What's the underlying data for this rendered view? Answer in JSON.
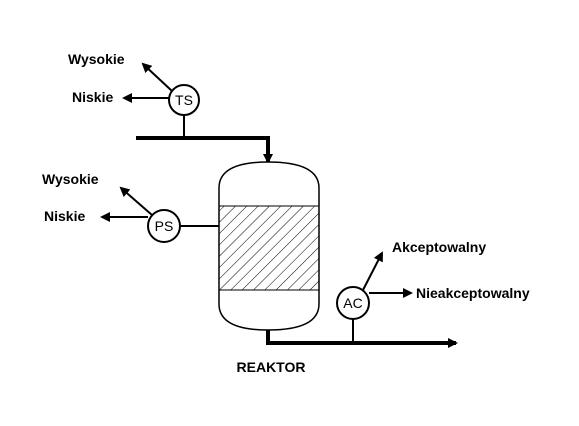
{
  "diagram": {
    "reactor_label": "REAKTOR",
    "instruments": {
      "ts": {
        "tag": "TS",
        "high_label": "Wysokie",
        "low_label": "Niskie"
      },
      "ps": {
        "tag": "PS",
        "high_label": "Wysokie",
        "low_label": "Niskie"
      },
      "ac": {
        "tag": "AC",
        "accept_label": "Akceptowalny",
        "reject_label": "Nieakceptowalny"
      }
    },
    "colors": {
      "line": "#000000",
      "background": "#ffffff"
    }
  }
}
